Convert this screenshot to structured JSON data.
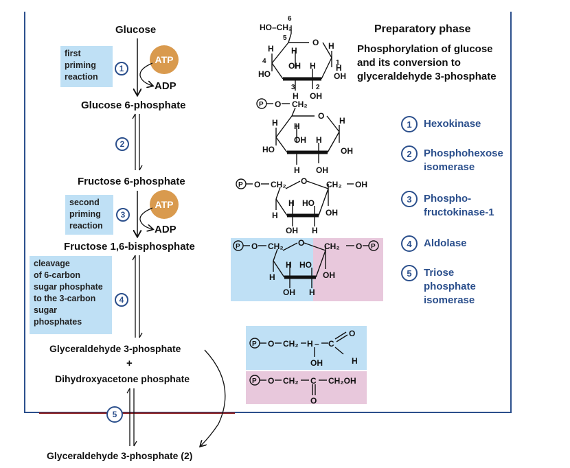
{
  "header": {
    "title": "Preparatory phase",
    "subtitle_lines": [
      "Phosphorylation of glucose",
      "and its conversion to",
      "glyceraldehyde 3-phosphate"
    ]
  },
  "pathway": {
    "glucose": "Glucose",
    "g6p": "Glucose 6-phosphate",
    "f6p": "Fructose 6-phosphate",
    "f16bp": "Fructose 1,6-bisphosphate",
    "gap": "Glyceraldehyde 3-phosphate",
    "plus": "+",
    "dhap": "Dihydroxyacetone phosphate",
    "gap2": "Glyceraldehyde 3-phosphate (2)"
  },
  "cofactors": {
    "atp": "ATP",
    "adp": "ADP"
  },
  "notes": {
    "step1_lines": [
      "first",
      "priming",
      "reaction"
    ],
    "step3_lines": [
      "second",
      "priming",
      "reaction"
    ],
    "step4_lines": [
      "cleavage",
      "of 6-carbon",
      "sugar phosphate",
      "to the 3-carbon",
      "sugar",
      "phosphates"
    ]
  },
  "steps": [
    "1",
    "2",
    "3",
    "4",
    "5"
  ],
  "enzymes": [
    {
      "num": "1",
      "lines": [
        "Hexokinase"
      ]
    },
    {
      "num": "2",
      "lines": [
        "Phosphohexose",
        "isomerase"
      ]
    },
    {
      "num": "3",
      "lines": [
        "Phospho-",
        "fructokinase-1"
      ]
    },
    {
      "num": "4",
      "lines": [
        "Aldolase"
      ]
    },
    {
      "num": "5",
      "lines": [
        "Triose",
        "phosphate",
        "isomerase"
      ]
    }
  ],
  "structure_labels": {
    "p": "P",
    "o": "O",
    "h": "H",
    "oh": "OH",
    "ho": "HO",
    "ch2": "CH₂",
    "ho_ch2": "HO–CH₂",
    "ch2_oh": "CH₂–OH",
    "ch2oh": "CH₂OH",
    "n1": "1",
    "n2": "2",
    "n3": "3",
    "n4": "4",
    "n5": "5",
    "n6": "6"
  },
  "colors": {
    "accent_blue": "#2b4f8c",
    "box_blue": "#bfe0f5",
    "box_pink": "#e8c8dc",
    "atp_orange": "#d99a4e",
    "line_red": "#8b1a1a"
  }
}
